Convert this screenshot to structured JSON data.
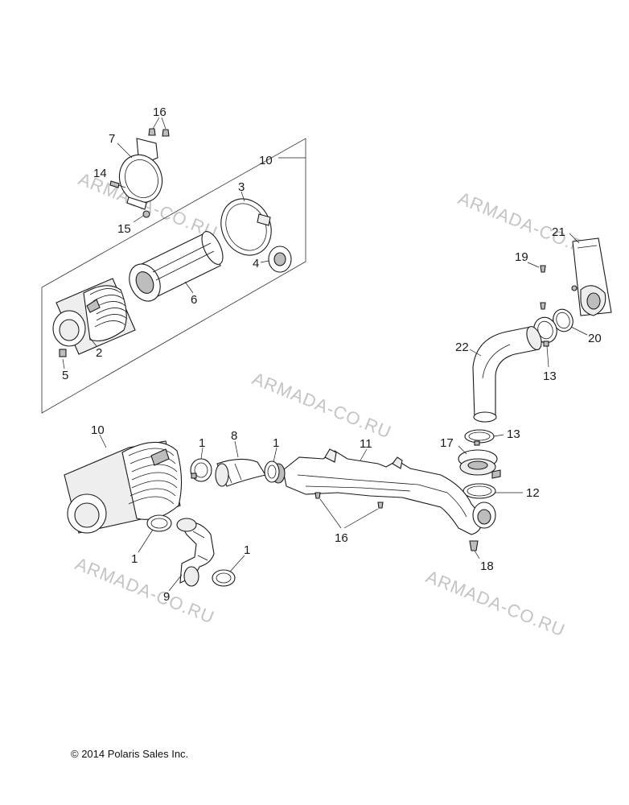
{
  "labels": {
    "l16_top": "16",
    "l7": "7",
    "l14": "14",
    "l15": "15",
    "l10_top": "10",
    "l3": "3",
    "l4": "4",
    "l6": "6",
    "l2": "2",
    "l5": "5",
    "l21": "21",
    "l19": "19",
    "l20": "20",
    "l22": "22",
    "l13_a": "13",
    "l13_b": "13",
    "l17": "17",
    "l12": "12",
    "l18": "18",
    "l10_bottom": "10",
    "l1_a": "1",
    "l8": "8",
    "l1_b": "1",
    "l11": "11",
    "l16_bottom": "16",
    "l1_c": "1",
    "l1_d": "1",
    "l9": "9"
  },
  "watermarks": [
    "ARMADA-CO.RU",
    "ARMADA-CO.RU",
    "ARMADA-CO.RU",
    "ARMADA-CO.RU",
    "ARMADA-CO.RU"
  ],
  "copyright": "© 2014 Polaris Sales Inc."
}
